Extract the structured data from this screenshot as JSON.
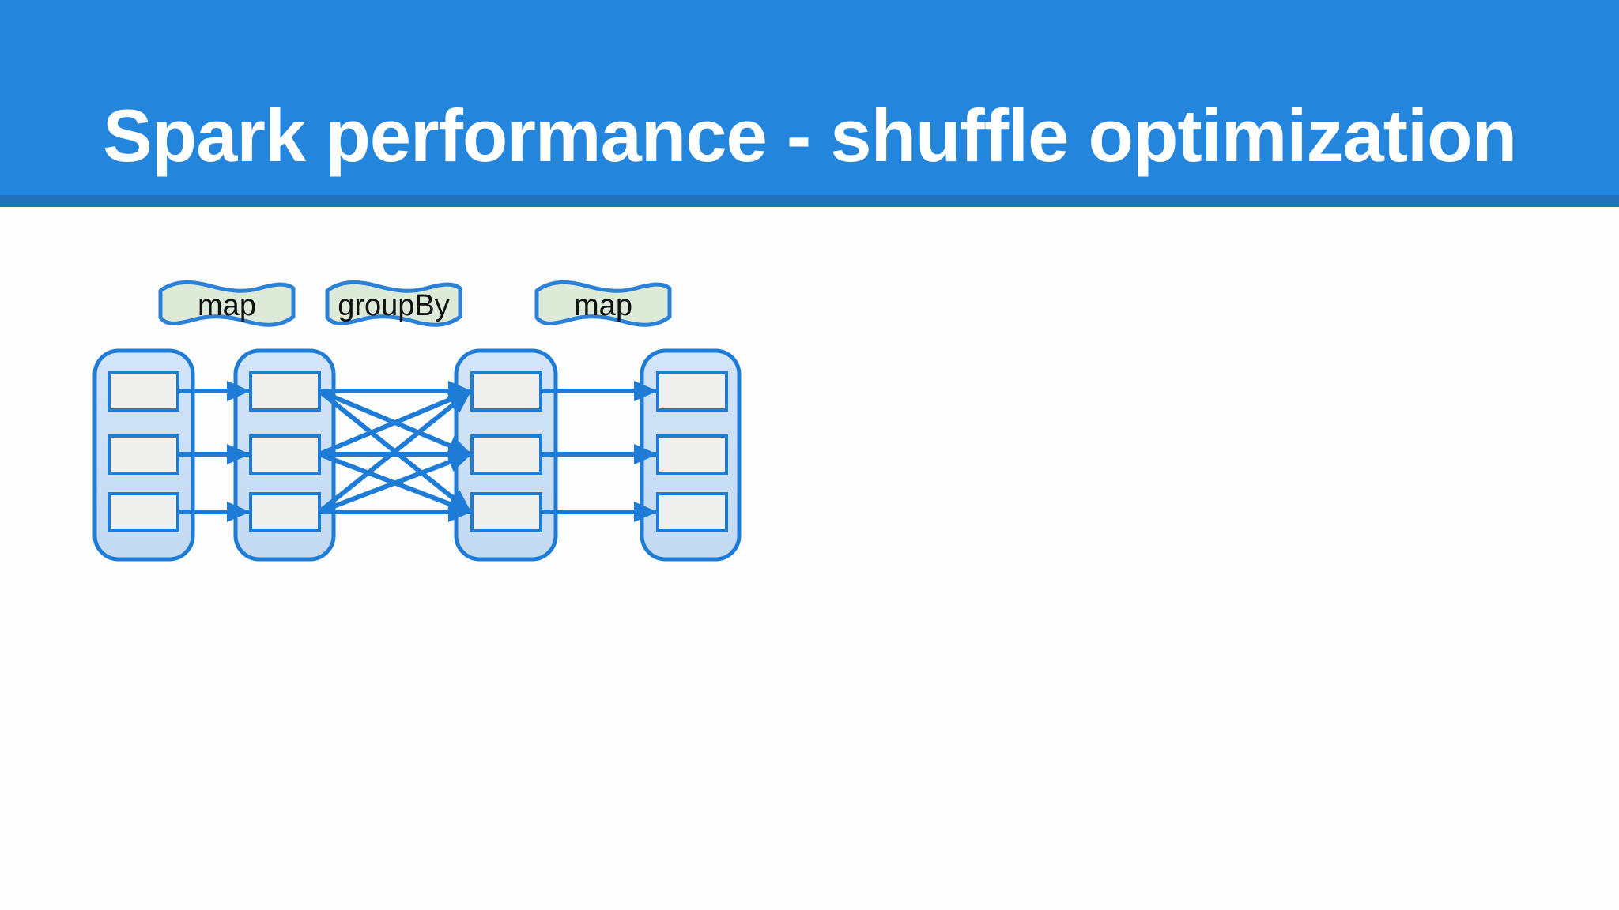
{
  "slide": {
    "title": "Spark performance - shuffle optimization"
  },
  "theme": {
    "header_bg": "#2385db",
    "header_underline": "#2272b9",
    "title_color": "#ffffff",
    "body_bg": "#fdfdfe",
    "diagram_blue": "#1f7cd6",
    "partition_fill": "#c9def5",
    "cell_fill": "#eff0ee",
    "flag_label_fill": "#dcead7",
    "flag_label_text_color": "#111111"
  },
  "diagram": {
    "stage_labels": [
      {
        "label": "map"
      },
      {
        "label": "groupBy"
      },
      {
        "label": "map"
      }
    ],
    "structure": {
      "partition_columns": 4,
      "cells_per_column": 3,
      "connections": [
        {
          "from_column": 1,
          "to_column": 2,
          "pattern": "one-to-one"
        },
        {
          "from_column": 2,
          "to_column": 3,
          "pattern": "all-to-all-shuffle"
        },
        {
          "from_column": 3,
          "to_column": 4,
          "pattern": "one-to-one"
        }
      ]
    }
  }
}
